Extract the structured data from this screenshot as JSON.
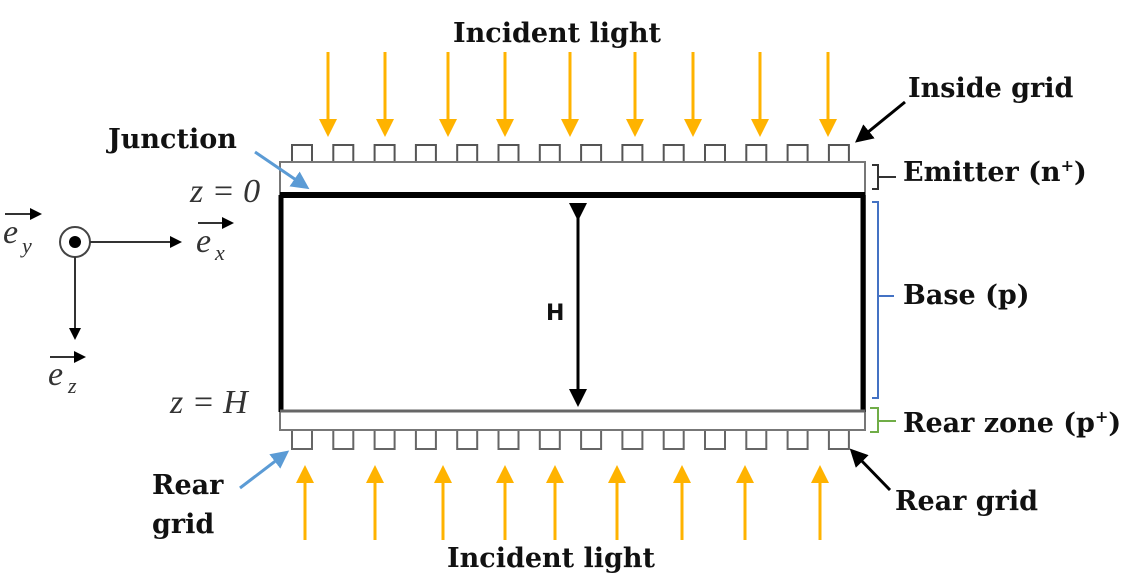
{
  "labels": {
    "incident_top": "Incident light",
    "incident_bottom": "Incident light",
    "inside_grid": "Inside grid",
    "junction": "Junction",
    "emitter": "Emitter (n",
    "emitter_sup": "+",
    "base": "Base (p)",
    "rear_zone": "Rear zone (p",
    "rear_zone_sup": "+",
    "rear_grid_left_1": "Rear",
    "rear_grid_left_2": "grid",
    "rear_grid_right": "Rear  grid",
    "thickness": "H",
    "z0": "z = 0",
    "zH": "z = H",
    "ex": "e",
    "ex_sub": "x",
    "ey": "e",
    "ey_sub": "y",
    "ez": "e",
    "ez_sub": "z",
    "close_paren": ")"
  },
  "colors": {
    "light_arrow": "#FFB300",
    "pointer_blue": "#5B9BD5",
    "base_bracket": "#4472C4",
    "rear_bracket": "#70AD47"
  },
  "grid_finger_count": 14,
  "top_arrow_count": 9,
  "bottom_arrow_count": 9
}
